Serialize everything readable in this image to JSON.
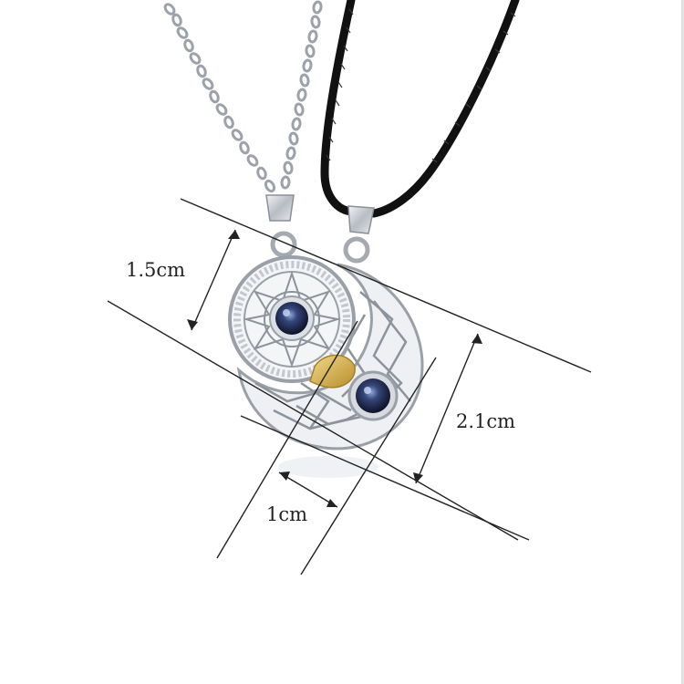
{
  "image": {
    "subject": "pendant-necklaces",
    "background": "#ffffff"
  },
  "dimensions": {
    "width_label": "1.5cm",
    "height_label": "2.1cm",
    "thickness_label": "1cm"
  },
  "colors": {
    "silver": "#c9ccd2",
    "silver_dark": "#8a8f97",
    "cord": "#111111",
    "gold": "#d8b251",
    "stone": "#1d2a4d",
    "line": "#222222"
  }
}
